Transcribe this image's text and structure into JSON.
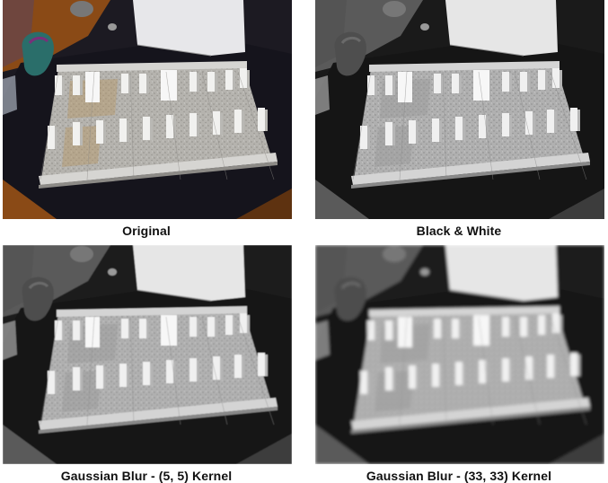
{
  "figure": {
    "panels": [
      {
        "id": "original",
        "caption": "Original",
        "mode": "color",
        "blur": 0
      },
      {
        "id": "bw",
        "caption": "Black & White",
        "mode": "gray",
        "blur": 0
      },
      {
        "id": "gauss5",
        "caption": "Gaussian Blur - (5, 5) Kernel",
        "mode": "gray",
        "blur": 0.6
      },
      {
        "id": "gauss33",
        "caption": "Gaussian Blur - (33, 33) Kernel",
        "mode": "gray",
        "blur": 1.6
      }
    ]
  }
}
